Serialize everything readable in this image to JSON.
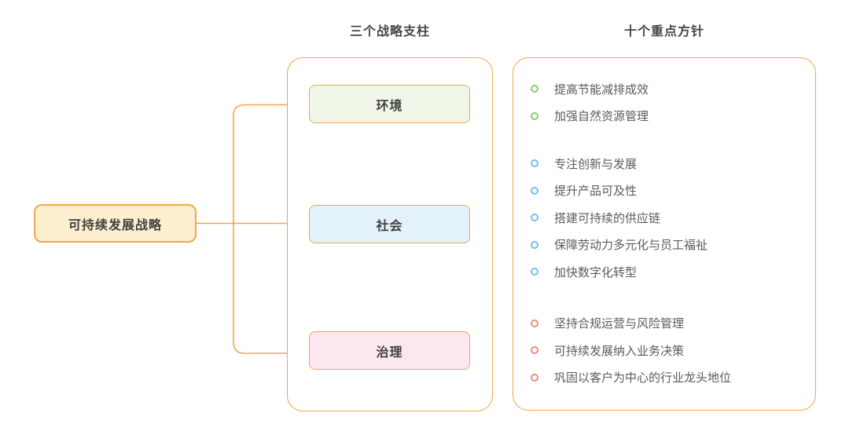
{
  "root_node": {
    "label": "可持续发展战略"
  },
  "sections": {
    "pillars": {
      "title": "三个战略支柱",
      "items": [
        {
          "label": "环境",
          "fill": "#F0F6E8"
        },
        {
          "label": "社会",
          "fill": "#E3F1FA"
        },
        {
          "label": "治理",
          "fill": "#FBE7EF"
        }
      ]
    },
    "policies": {
      "title": "十个重点方针",
      "groups": [
        {
          "bullet_color": "#8BC86C",
          "items": [
            "提高节能减排成效",
            "加强自然资源管理"
          ]
        },
        {
          "bullet_color": "#70C0EE",
          "items": [
            "专注创新与发展",
            "提升产品可及性",
            "搭建可持续的供应链",
            "保障劳动力多元化与员工福祉",
            "加快数字化转型"
          ]
        },
        {
          "bullet_color": "#F08B80",
          "items": [
            "坚持合规运营与风险管理",
            "可持续发展纳入业务决策",
            "巩固以客户为中心的行业龙头地位"
          ]
        }
      ]
    }
  },
  "colors": {
    "accent": "#F2A64E",
    "node_fill": "#FDEECF",
    "title_text": "#474747",
    "item_text": "#5B5B5B",
    "background": "#FFFFFF"
  }
}
